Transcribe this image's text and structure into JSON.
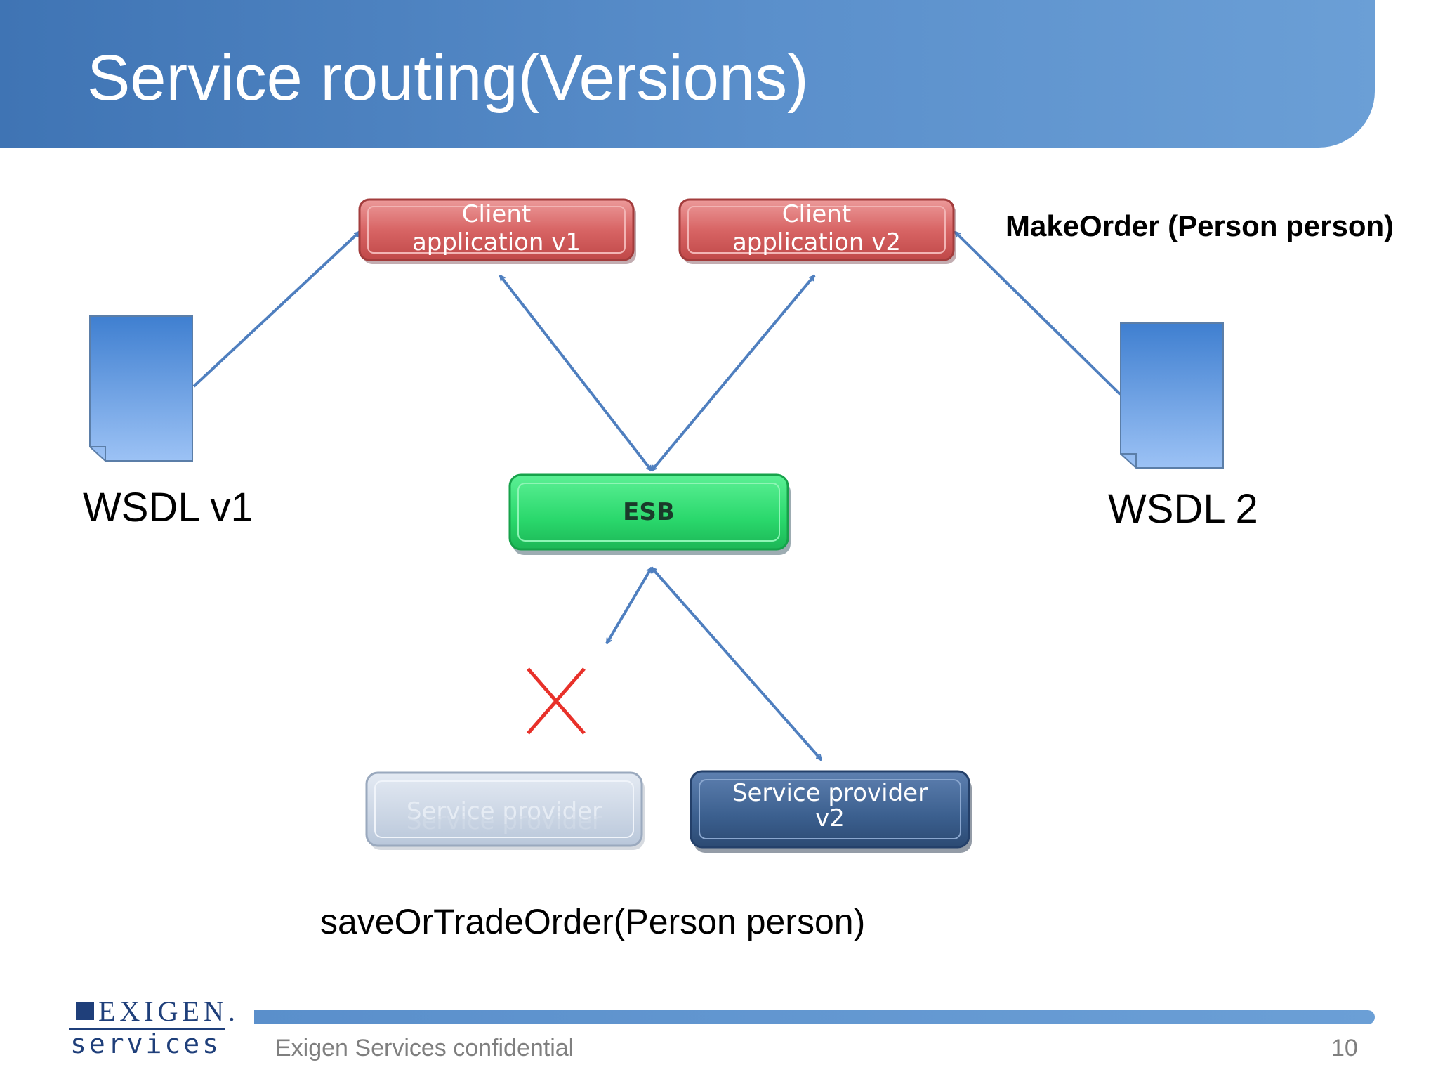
{
  "slide": {
    "title": "Service routing(Versions)",
    "footer_text": "Exigen Services confidential",
    "page_number": "10",
    "logo_top": "EXIGEN.",
    "logo_bottom": "services"
  },
  "diagram": {
    "client_v1": {
      "line1": "Client",
      "line2": "application v1"
    },
    "client_v2": {
      "line1": "Client",
      "line2": "application v2"
    },
    "esb": {
      "label": "ESB"
    },
    "provider_v1": {
      "label": "Service provider",
      "state": "disabled"
    },
    "provider_v2": {
      "line1": "Service provider",
      "line2": "v2"
    },
    "wsdl1_label": "WSDL v1",
    "wsdl2_label": "WSDL 2",
    "make_order_label": "MakeOrder (Person person)",
    "save_trade_label": "saveOrTradeOrder(Person person)",
    "blocked_icon": "red-x-icon"
  },
  "colors": {
    "header_blue": "#4a7fc0",
    "client_box": "#d96a6a",
    "esb_box": "#2fdf74",
    "provider_v1_box": "#c7d2e0",
    "provider_v2_box": "#3b5f8e",
    "arrow": "#4f7fbf",
    "blocked": "#e8312a",
    "document_gradient_top": "#3f7fd0",
    "document_gradient_bottom": "#9cc2f5"
  }
}
